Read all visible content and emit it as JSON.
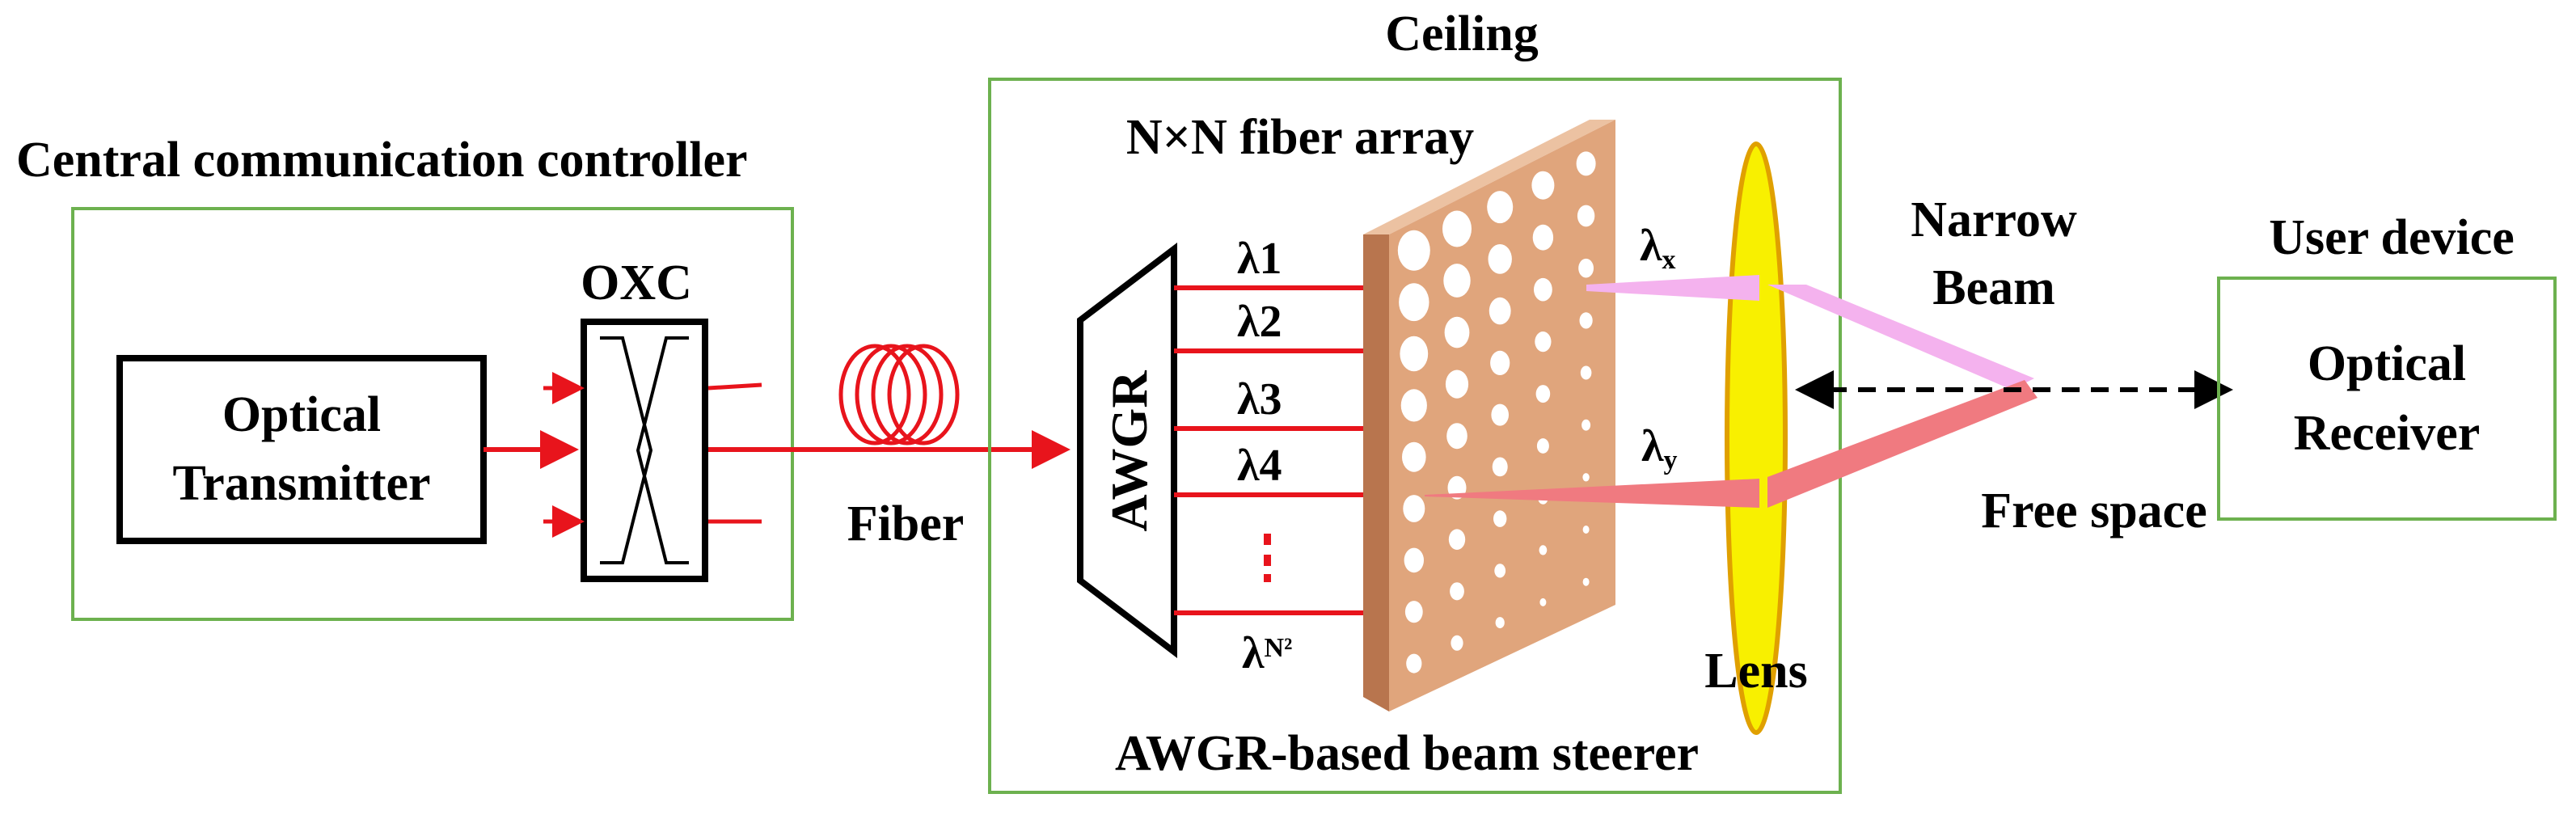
{
  "labels": {
    "central_controller": "Central communication controller",
    "oxc": "OXC",
    "optical_transmitter_line1": "Optical",
    "optical_transmitter_line2": "Transmitter",
    "fiber": "Fiber",
    "ceiling": "Ceiling",
    "fiber_array": "N×N fiber array",
    "awgr": "AWGR",
    "lambda_symbol": "λ",
    "lambda_subscripts": [
      "1",
      "2",
      "3",
      "4"
    ],
    "lambda_n2_sub": "N²",
    "lambda_x_sub": "x",
    "lambda_y_sub": "y",
    "narrow_beam_line1": "Narrow",
    "narrow_beam_line2": "Beam",
    "user_device": "User device",
    "optical_receiver_line1": "Optical",
    "optical_receiver_line2": "Receiver",
    "free_space": "Free space",
    "lens": "Lens",
    "beam_steerer": "AWGR-based beam steerer"
  },
  "colors": {
    "signal_red": "#e8141c",
    "box_green": "#6db14f",
    "array_face": "#e0a57c",
    "array_side": "#b8754e",
    "array_top": "#ecc2a2",
    "lens_fill": "#f8f000",
    "lens_stroke": "#e0a000",
    "beam_pink": "#f4b2ee",
    "beam_red": "#f07a80"
  }
}
